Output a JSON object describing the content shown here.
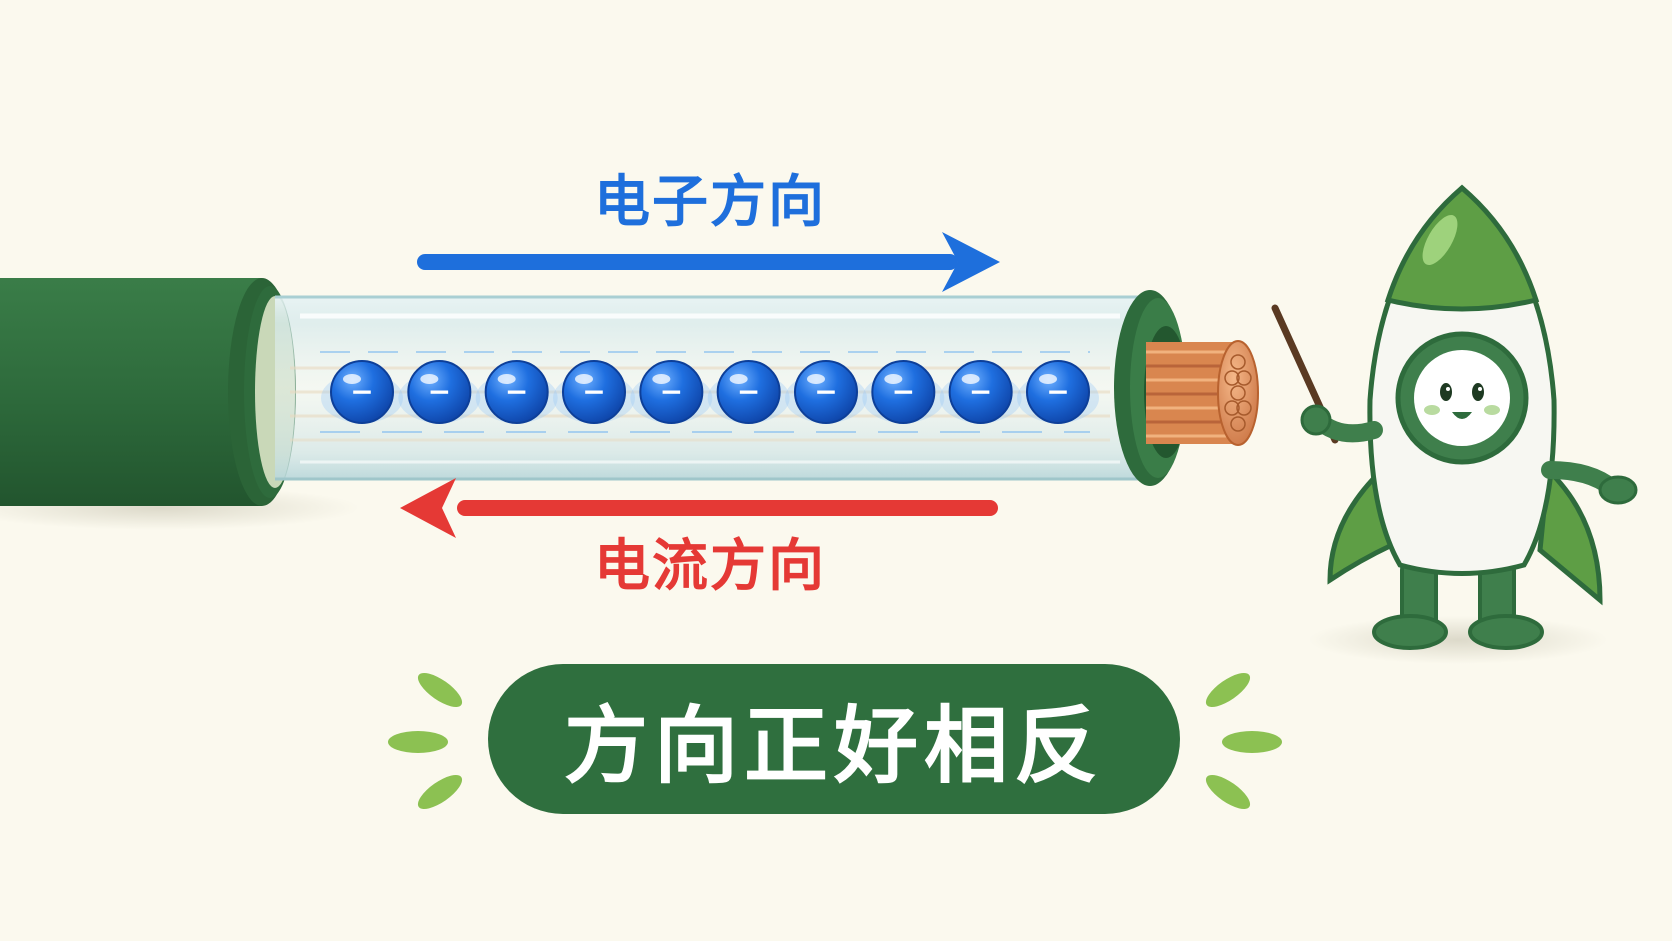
{
  "labels": {
    "electron_direction": "电子方向",
    "current_direction": "电流方向",
    "banner": "方向正好相反"
  },
  "electrons": {
    "count": 10,
    "symbol": "−"
  },
  "colors": {
    "background": "#fbf9ee",
    "electron_arrow": "#1e6fdc",
    "current_arrow": "#e53935",
    "cable_jacket": "#2e6b3c",
    "cable_jacket_dark": "#23572f",
    "copper": "#e0905a",
    "electron": "#1a63d6",
    "banner": "#2f6f3e",
    "leaf": "#8cc152",
    "mascot_green": "#5e9e45",
    "mascot_dark": "#2e6b3c"
  },
  "icons": {
    "mascot": "rocket-mascot-icon",
    "pointer": "pointer-stick-icon",
    "leaves": "leaf-sparkle-icon",
    "wire": "copper-wire-icon"
  }
}
